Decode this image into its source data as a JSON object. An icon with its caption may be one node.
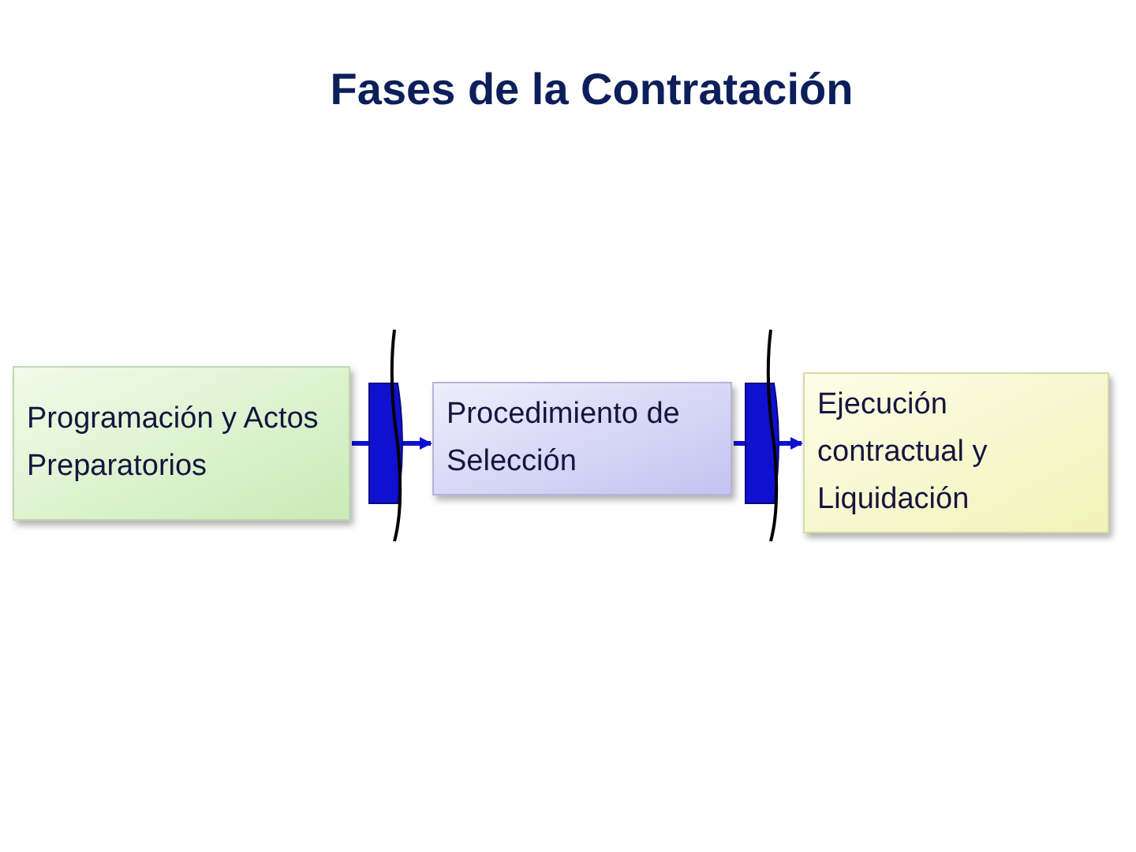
{
  "diagram": {
    "title": "Fases de la Contratación",
    "nodes": [
      {
        "text": [
          "Programación y Actos Preparatorios"
        ]
      },
      {
        "text": [
          "Procedimiento de Selección"
        ]
      },
      {
        "text": [
          "Ejecución contractual y Liquidación"
        ]
      }
    ],
    "edges": [
      {
        "from": 0,
        "to": 1,
        "arrow": "to"
      },
      {
        "from": 1,
        "to": 2,
        "arrow": "to"
      }
    ]
  }
}
